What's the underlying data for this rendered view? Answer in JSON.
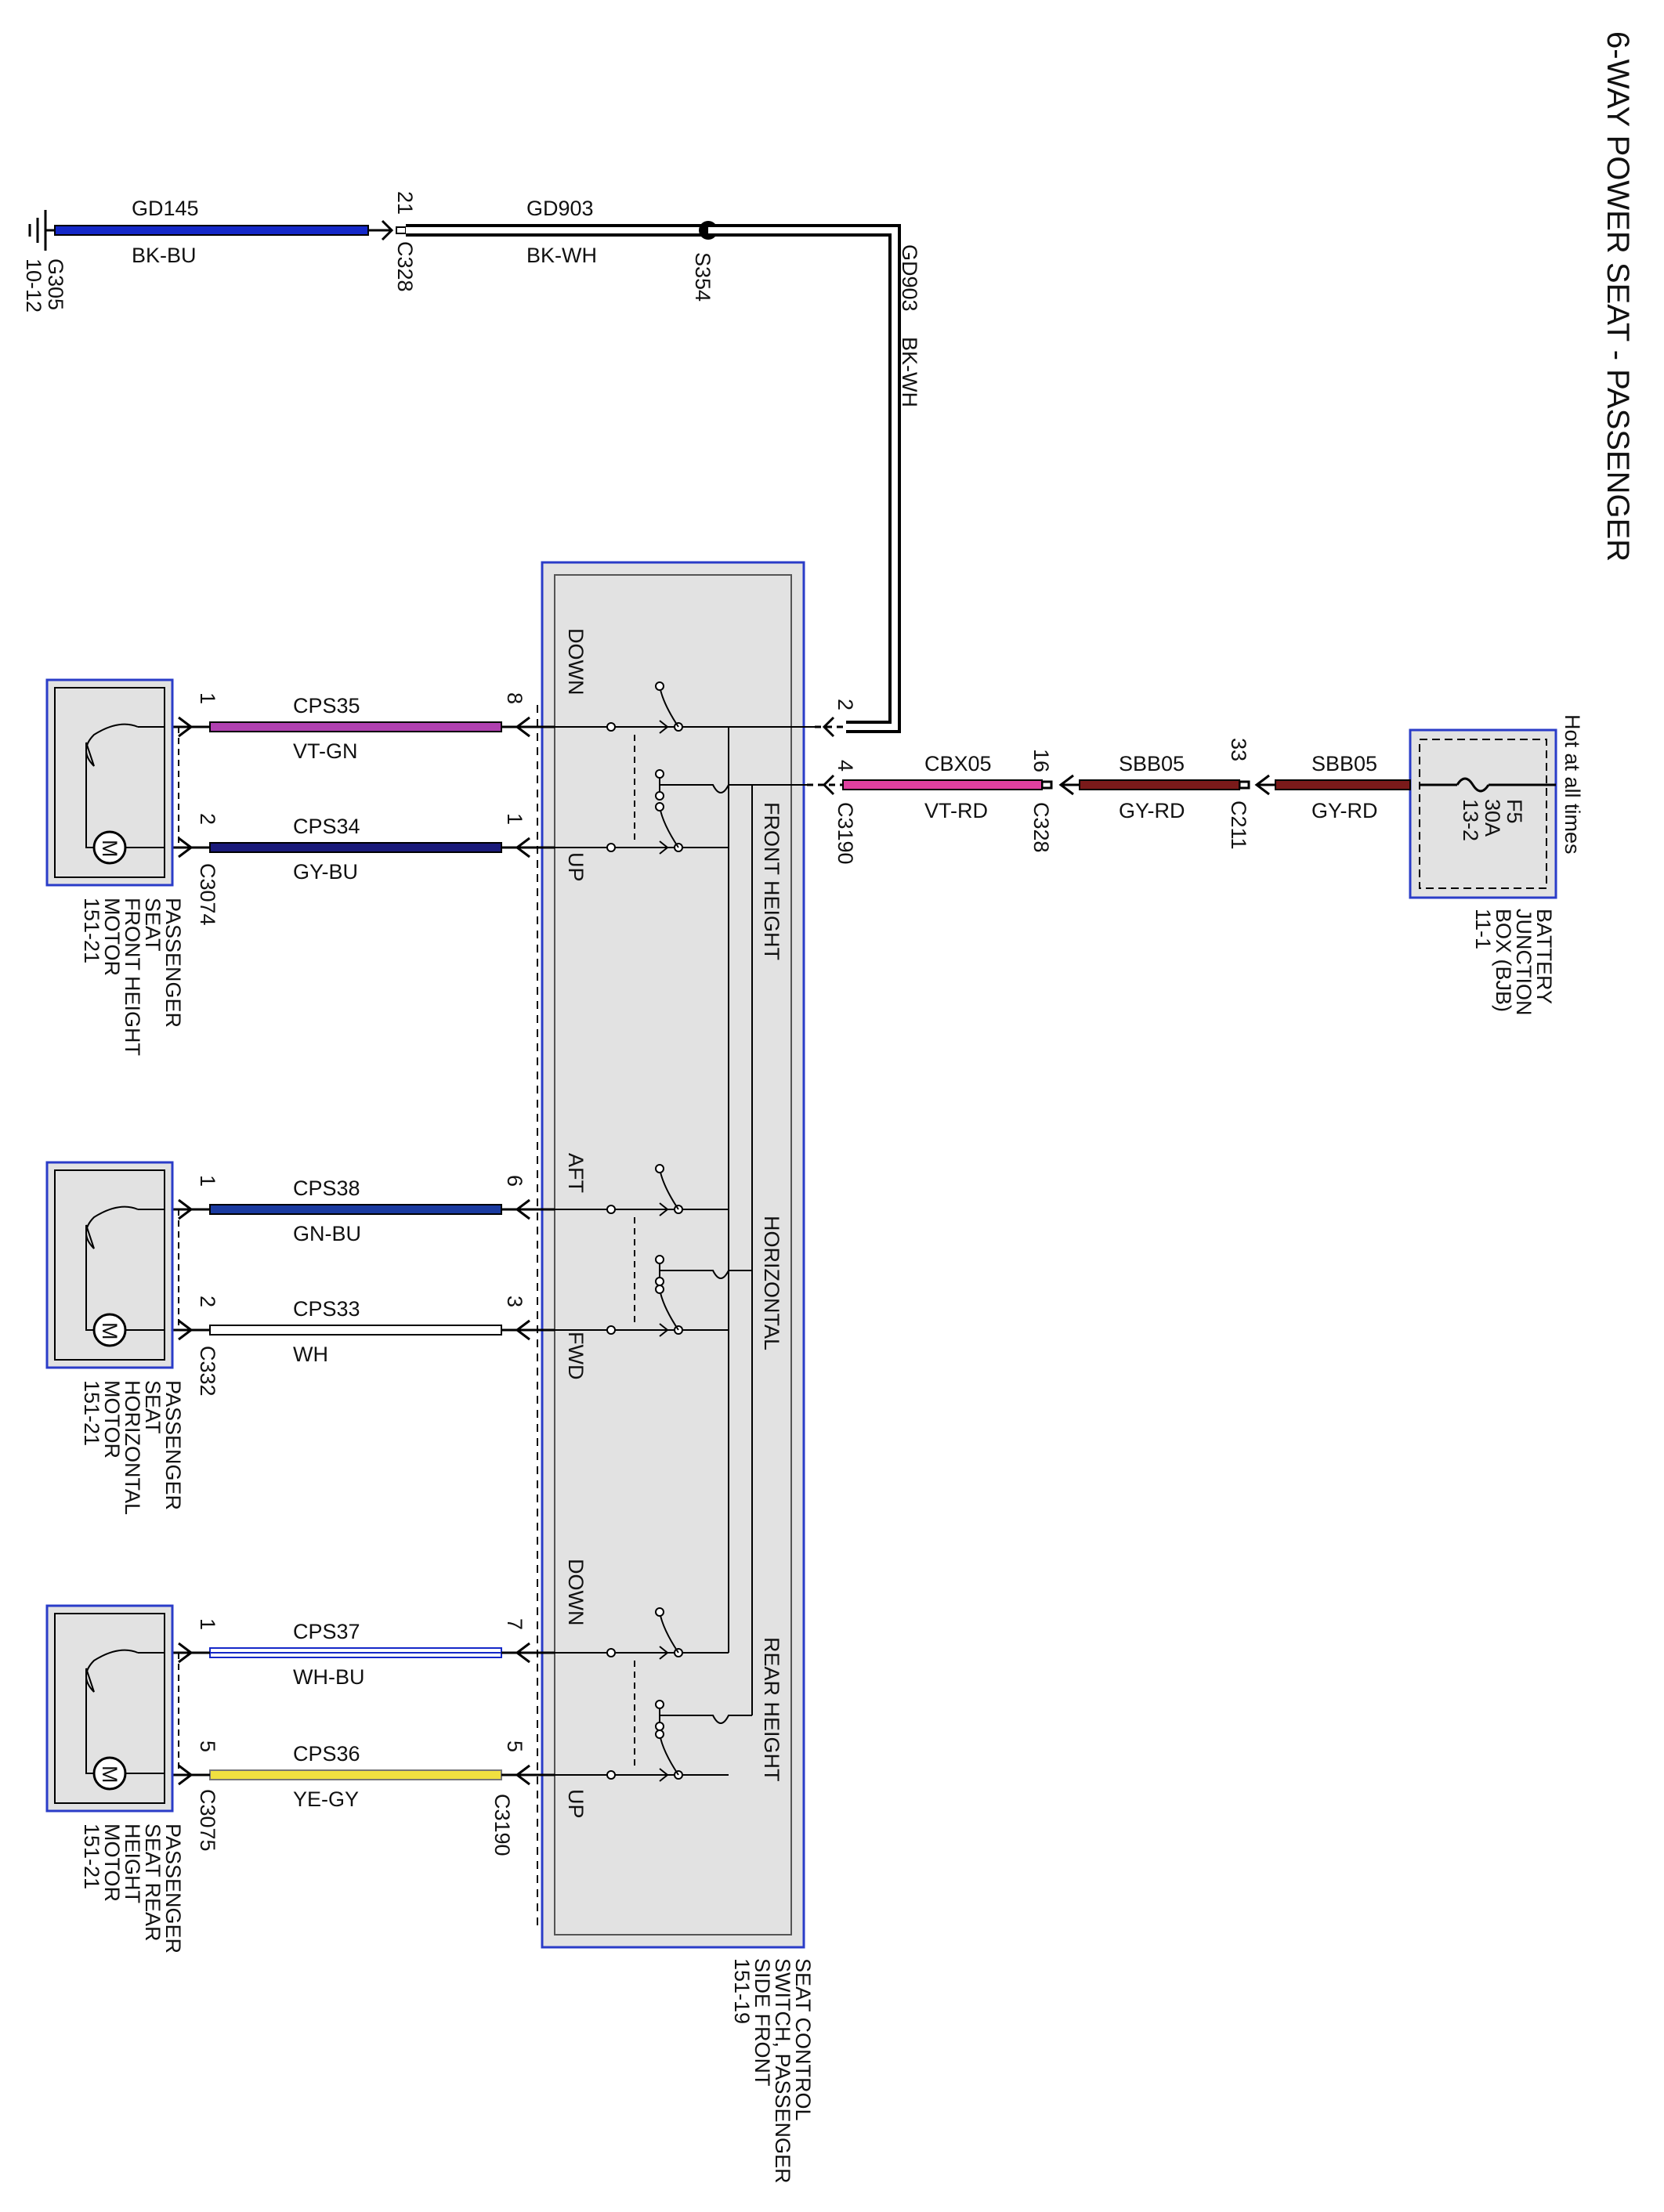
{
  "title": "6-WAY POWER SEAT - PASSENGER",
  "colors": {
    "module_fill": "#e2e2e2",
    "module_border": "#2a3cc8",
    "wire_BK-BU": "#1428c8",
    "wire_VT-GN": "#b040b0",
    "wire_GY-BU": "#1a1a7a",
    "wire_VT-RD": "#e040a0",
    "wire_GY-RD": "#7a1a1a",
    "wire_GN-BU": "#1a3aa0",
    "wire_YE-GY": "#f0e040"
  },
  "ground": {
    "id": "G305",
    "ref": "10-12"
  },
  "splice": "S354",
  "power_source": {
    "note": "Hot at all times",
    "name_lines": [
      "BATTERY",
      "JUNCTION",
      "BOX (BJB)",
      "11-1"
    ],
    "fuse_lines": [
      "F5",
      "30A",
      "13-2"
    ]
  },
  "switch_module": {
    "name_lines": [
      "SEAT CONTROL",
      "SWITCH, PASSENGER",
      "SIDE FRONT",
      "151-19"
    ],
    "sections": [
      "FRONT HEIGHT",
      "HORIZONTAL",
      "REAR HEIGHT"
    ],
    "directions": [
      "DOWN",
      "UP",
      "AFT",
      "FWD",
      "DOWN",
      "UP"
    ]
  },
  "motors": [
    {
      "name_lines": [
        "PASSENGER",
        "SEAT",
        "FRONT HEIGHT",
        "MOTOR",
        "151-21"
      ],
      "connector": "C3074"
    },
    {
      "name_lines": [
        "PASSENGER",
        "SEAT",
        "HORIZONTAL",
        "MOTOR",
        "151-21"
      ],
      "connector": "C332"
    },
    {
      "name_lines": [
        "PASSENGER",
        "SEAT REAR",
        "HEIGHT",
        "MOTOR",
        "151-21"
      ],
      "connector": "C3075"
    }
  ],
  "connectors": {
    "c328": "C328",
    "c3190_top": "C3190",
    "c3190_bottom": "C3190",
    "c211": "C211",
    "c328_b": "C328"
  },
  "motor_symbol": "M",
  "wires": [
    {
      "circuit": "GD145",
      "color": "BK-BU"
    },
    {
      "circuit": "GD903",
      "color": "BK-WH"
    },
    {
      "circuit": "GD903",
      "color": "BK-WH"
    },
    {
      "circuit": "CBX05",
      "color": "VT-RD"
    },
    {
      "circuit": "SBB05",
      "color": "GY-RD"
    },
    {
      "circuit": "SBB05",
      "color": "GY-RD"
    },
    {
      "circuit": "CPS35",
      "color": "VT-GN"
    },
    {
      "circuit": "CPS34",
      "color": "GY-BU"
    },
    {
      "circuit": "CPS38",
      "color": "GN-BU"
    },
    {
      "circuit": "CPS33",
      "color": "WH"
    },
    {
      "circuit": "CPS37",
      "color": "WH-BU"
    },
    {
      "circuit": "CPS36",
      "color": "YE-GY"
    }
  ],
  "pins": {
    "c328_ground": "21",
    "switch_power": "2",
    "switch_feed": "4",
    "c328_feed": "16",
    "c211_feed": "33",
    "cps35_motor": "1",
    "cps35_switch": "8",
    "cps34_motor": "2",
    "cps34_switch": "1",
    "cps38_motor": "1",
    "cps38_switch": "6",
    "cps33_motor": "2",
    "cps33_switch": "3",
    "cps37_motor": "1",
    "cps37_switch": "7",
    "cps36_motor": "5",
    "cps36_switch": "5"
  }
}
